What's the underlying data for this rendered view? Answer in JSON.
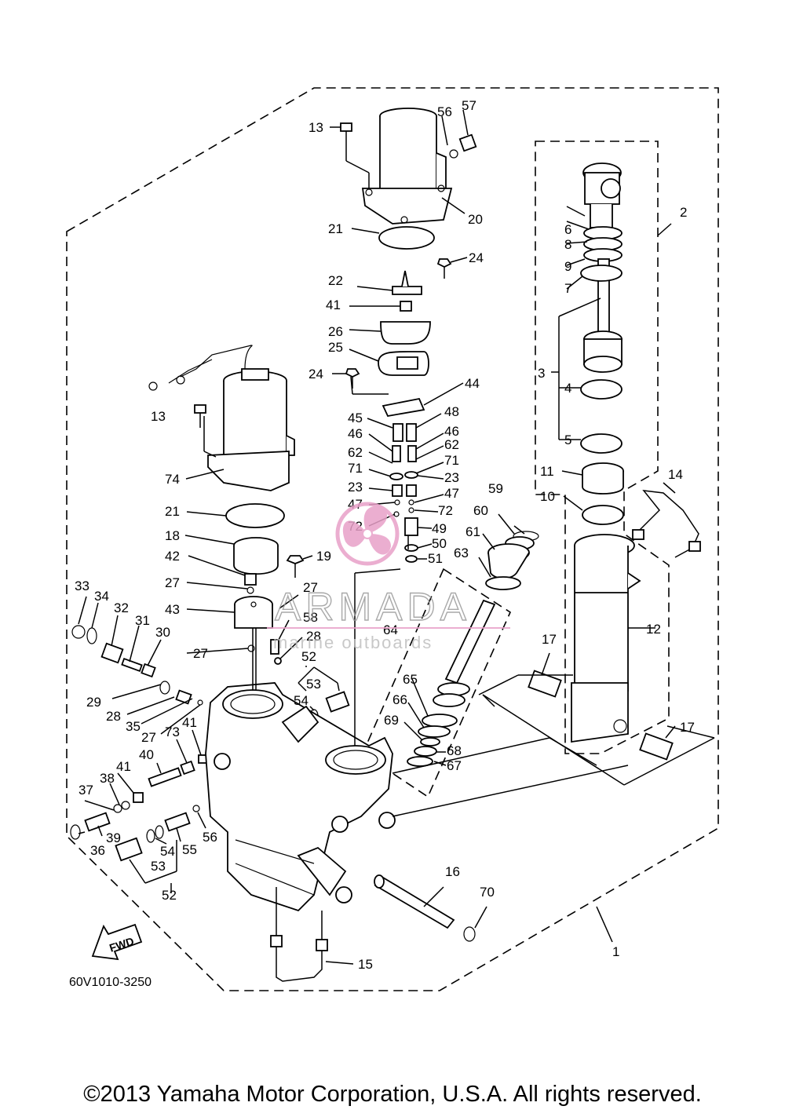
{
  "diagram": {
    "part_labels": {
      "p1": "1",
      "p2": "2",
      "p3": "3",
      "p4": "4",
      "p5": "5",
      "p6": "6",
      "p7": "7",
      "p8": "8",
      "p9": "9",
      "p10": "10",
      "p11": "11",
      "p12": "12",
      "p13a": "13",
      "p13b": "13",
      "p14": "14",
      "p15": "15",
      "p16": "16",
      "p17a": "17",
      "p17b": "17",
      "p18": "18",
      "p19": "19",
      "p20": "20",
      "p21a": "21",
      "p21b": "21",
      "p22": "22",
      "p23a": "23",
      "p23b": "23",
      "p24a": "24",
      "p24b": "24",
      "p25": "25",
      "p26": "26",
      "p27a": "27",
      "p27b": "27",
      "p27c": "27",
      "p27d": "27",
      "p28a": "28",
      "p28b": "28",
      "p29": "29",
      "p30": "30",
      "p31": "31",
      "p32": "32",
      "p33": "33",
      "p34": "34",
      "p35": "35",
      "p36": "36",
      "p37": "37",
      "p38": "38",
      "p39": "39",
      "p40": "40",
      "p41a": "41",
      "p41b": "41",
      "p41c": "41",
      "p42": "42",
      "p43": "43",
      "p44": "44",
      "p45": "45",
      "p46a": "46",
      "p46b": "46",
      "p47a": "47",
      "p47b": "47",
      "p48": "48",
      "p49": "49",
      "p50": "50",
      "p51": "51",
      "p52a": "52",
      "p52b": "52",
      "p53a": "53",
      "p53b": "53",
      "p54a": "54",
      "p54b": "54",
      "p55": "55",
      "p56a": "56",
      "p56b": "56",
      "p57": "57",
      "p58": "58",
      "p59": "59",
      "p60": "60",
      "p61": "61",
      "p62a": "62",
      "p62b": "62",
      "p63": "63",
      "p64": "64",
      "p65": "65",
      "p66": "66",
      "p67": "67",
      "p68": "68",
      "p69": "69",
      "p70": "70",
      "p71a": "71",
      "p71b": "71",
      "p72a": "72",
      "p72b": "72",
      "p73": "73",
      "p74": "74"
    },
    "fwd_label": "FWD",
    "diagram_code": "60V1010-3250"
  },
  "watermark": {
    "brand": "ARMADA",
    "tagline": "marine outboards",
    "color": "#e8a0c8"
  },
  "footer": {
    "copyright": "©2013 Yamaha Motor Corporation, U.S.A. All rights reserved."
  }
}
